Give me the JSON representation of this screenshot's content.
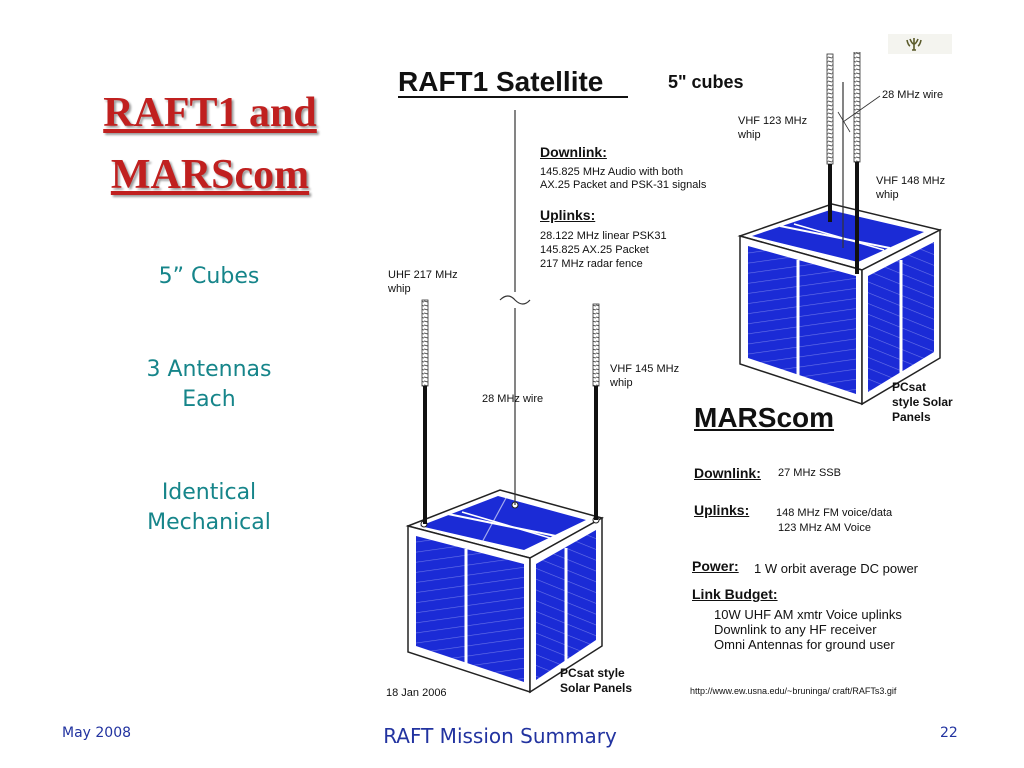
{
  "slide": {
    "title_line1": "RAFT1 and",
    "title_line2": "MARScom",
    "bullets": [
      "5” Cubes",
      "3 Antennas",
      "Each",
      "Identical",
      "Mechanical"
    ]
  },
  "figure": {
    "raft1_title": "RAFT1 Satellite",
    "cube_size": "5\" cubes",
    "raft1_downlink_heading": "Downlink:",
    "raft1_downlink_lines": [
      "145.825 MHz Audio with both",
      "AX.25 Packet and PSK-31 signals"
    ],
    "raft1_uplinks_heading": "Uplinks:",
    "raft1_uplink_lines": [
      "28.122 MHz linear PSK31",
      "145.825 AX.25 Packet",
      "217 MHz  radar fence"
    ],
    "uhf_label": [
      "UHF 217 MHz",
      "whip"
    ],
    "vhf145_label": [
      "VHF 145 MHz",
      "whip"
    ],
    "wire28_label_raft": "28 MHz wire",
    "raft_solar_label": [
      "PCsat style",
      "Solar Panels"
    ],
    "date": "18 Jan 2006",
    "marscom_title": "MARScom",
    "wire28_label_mars": "28 MHz wire",
    "vhf123_label": [
      "VHF 123 MHz",
      "whip"
    ],
    "vhf148_label": [
      "VHF 148 MHz",
      "whip"
    ],
    "mars_solar_label": [
      "PCsat",
      "style Solar",
      "Panels"
    ],
    "mars_downlink_heading": "Downlink:",
    "mars_downlink_value": "27 MHz SSB",
    "mars_uplinks_heading": "Uplinks:",
    "mars_uplink_lines": [
      "148 MHz FM voice/data",
      "123 MHz AM Voice"
    ],
    "power_heading": "Power:",
    "power_value": "1 W orbit average DC power",
    "link_budget_heading": "Link Budget:",
    "link_budget_lines": [
      "10W UHF AM xmtr Voice uplinks",
      "Downlink to any HF receiver",
      "Omni Antennas for ground user"
    ],
    "source_url": "http://www.ew.usna.edu/~bruninga/ craft/RAFTs3.gif"
  },
  "footer": {
    "date": "May 2008",
    "center": "RAFT Mission Summary",
    "page": "22"
  },
  "colors": {
    "title_red": "#c0201f",
    "bullet_teal": "#16858a",
    "footer_blue": "#2233a0",
    "panel_blue": "#1b2bd6"
  }
}
